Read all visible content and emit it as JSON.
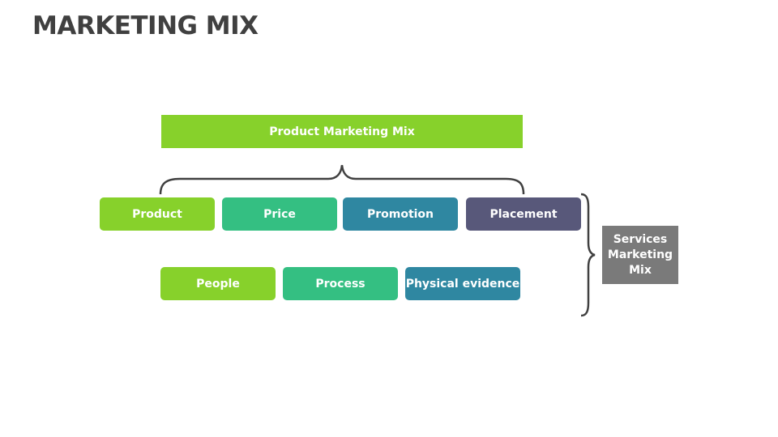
{
  "slide": {
    "title": "MARKETING MIX"
  },
  "diagram": {
    "header": {
      "label": "Product Marketing Mix",
      "color": "#87d12b"
    },
    "product_row": [
      {
        "label": "Product",
        "color": "#87d12b"
      },
      {
        "label": "Price",
        "color": "#34bf82"
      },
      {
        "label": "Promotion",
        "color": "#2f87a1"
      },
      {
        "label": "Placement",
        "color": "#58587a"
      }
    ],
    "service_row": [
      {
        "label": "People",
        "color": "#87d12b"
      },
      {
        "label": "Process",
        "color": "#34bf82"
      },
      {
        "label": "Physical evidence",
        "color": "#2f87a1"
      }
    ],
    "services": {
      "label": "Services Marketing Mix",
      "color": "#7a7a7a"
    },
    "brace_color": "#404040"
  }
}
